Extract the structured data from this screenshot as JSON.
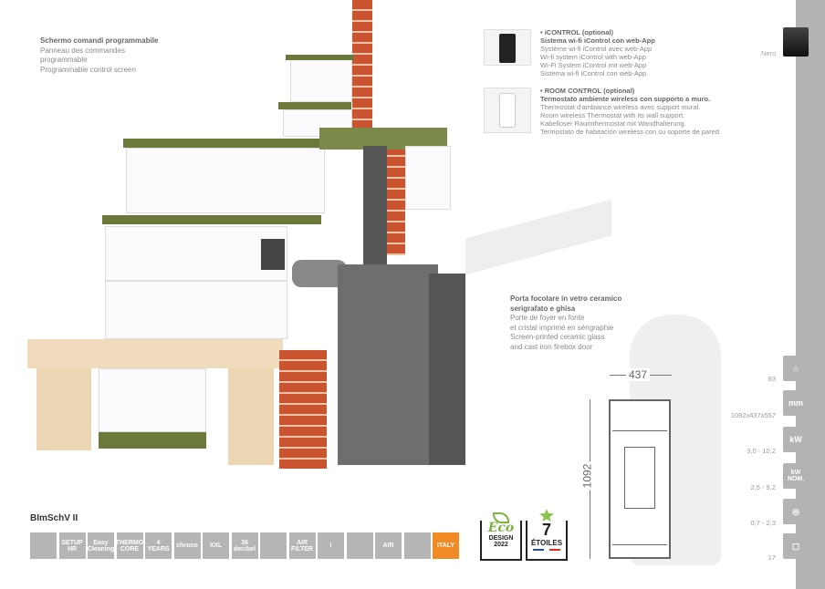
{
  "control_screen": {
    "title": "Schermo comandi programmabile",
    "lines": [
      "Panneau des commandes",
      "programmable",
      "Programmable control screen"
    ]
  },
  "icontrol": {
    "heading": "• iCONTROL (optional)",
    "title": "Sistema wi-fi iControl con web-App",
    "lines": [
      "Système wi-fi iControl avec web-App",
      "Wi-fi system iControl with web-App",
      "Wi-Fi System iControl mit web-App",
      "Sistema wi-fi iControl con web-App"
    ]
  },
  "room_control": {
    "heading": "• ROOM CONTROL (optional)",
    "title": "Termostato ambiente wireless con supporto a muro.",
    "lines": [
      "Thermostat d'ambiance wireless avec support mural.",
      "Room wireless Thermostat with its wall support.",
      "Kabelloser Raumthermostat mit Wandhalterung.",
      "Termostato de habitación wireless con su soporte de pared."
    ]
  },
  "door": {
    "title": "Porta focolare in vetro ceramico serigrafato e ghisa",
    "lines": [
      "Porte de foyer en fonte",
      "et cristal imprimé en sérigraphie",
      "Screen-printed ceramic glass",
      "and cast iron firebox door"
    ]
  },
  "color": {
    "label": "Nero",
    "hex": "#1a1a1a"
  },
  "dimensions": {
    "width": "437",
    "height": "1092"
  },
  "specs": [
    {
      "icon": "house-icon",
      "value": "83"
    },
    {
      "icon": "dimensions-mm-icon",
      "value": "1092x437x557",
      "icon_text": "mm"
    },
    {
      "icon": "kw-flame-icon",
      "value": "3,0 - 10,2",
      "icon_text": "kW"
    },
    {
      "icon": "kw-nominal-icon",
      "value": "2,5 - 9,2",
      "icon_text": "kW NOM."
    },
    {
      "icon": "pellet-icon",
      "value": "0,7 - 2,3"
    },
    {
      "icon": "tank-icon",
      "value": "17"
    }
  ],
  "norm": "BImSchV II",
  "features": [
    "",
    "SETUP HR",
    "Easy Cleaning",
    "THERMO CORE",
    "4 YEARS",
    "chrono",
    "XXL",
    "36 decibel",
    "",
    "AIR FILTER",
    "i",
    "",
    "AIR",
    "",
    "ITALY"
  ],
  "badges": {
    "eco": {
      "title": "Eco",
      "sub": "DESIGN",
      "year": "2022"
    },
    "stars": {
      "number": "7",
      "label": "ÉTOILES"
    }
  },
  "accent": "#f08a24"
}
